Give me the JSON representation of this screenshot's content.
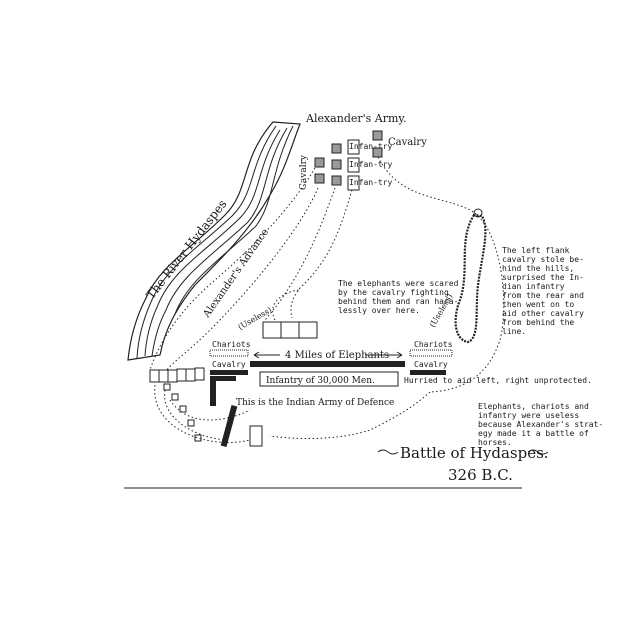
{
  "title": "Battle of Hydaspes.",
  "year": "326 B.C.",
  "colors": {
    "ink": "#1a1a1a",
    "paper": "#ffffff",
    "fill_gray": "#9a9a9a"
  },
  "labels": {
    "alexanders_army": "Alexander's Army.",
    "cavalry_right": "Cavalry",
    "cavalry_left": "Cavalry",
    "river": "The River Hydaspes",
    "advance": "Alexander's Advance",
    "useless_left": "(Useless)",
    "useless_right": "(Useless)",
    "chariots_left": "Chariots",
    "chariots_right": "Chariots",
    "elephants": "4 Miles of Elephants",
    "cavalry_indian_left": "Cavalry",
    "cavalry_indian_right": "Cavalry",
    "infantry": "Infantry of 30,000 Men.",
    "hurried": "Hurried to aid left, right unprotected.",
    "defence": "This is the Indian Army of Defence",
    "unit_a": "Infan-try",
    "unit_b": "Infan-try",
    "unit_c": "Infan-try"
  },
  "notes": {
    "elephants_scared": [
      "The elephants were scared",
      "by the cavalry fighting",
      "behind them and ran hara-",
      "lessly over here."
    ],
    "left_flank": [
      "The left  flank",
      "cavalry stole be-",
      "hind the hills,",
      "surprised the In-",
      "dian infantry",
      "from the rear and",
      "then went on to",
      "aid other cavalry",
      "from behind the",
      "line."
    ],
    "useless_summary": [
      "Elephants, chariots and",
      "infantry were useless",
      "because Alexander's strat-",
      "egy made it a battle of",
      "horses."
    ]
  }
}
